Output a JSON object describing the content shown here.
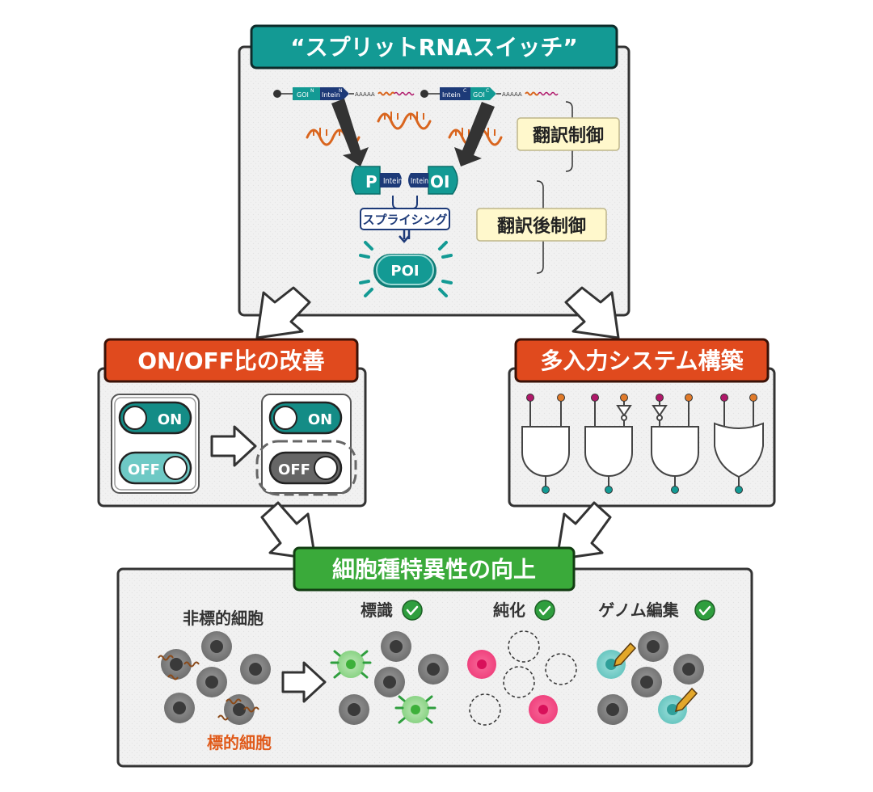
{
  "top_panel": {
    "title": "“スプリットRNAスイッチ”",
    "construct_n": {
      "goi": "GOI",
      "goi_sup": "N",
      "intein": "Intein",
      "intein_sup": "N",
      "polya": "AAAAA"
    },
    "construct_c": {
      "intein": "Intein",
      "intein_sup": "C",
      "goi": "GOI",
      "goi_sup": "C",
      "polya": "AAAAA"
    },
    "split_left": {
      "poi_part": "P",
      "intein_part": "Intein"
    },
    "split_right": {
      "poi_part": "OI",
      "intein_part": "Intein"
    },
    "splicing_label": "スプライシング",
    "product_label": "POI",
    "translation_control": "翻訳制御",
    "post_translation_control": "翻訳後制御"
  },
  "left_panel": {
    "title": "ON/OFF比の改善",
    "on_label": "ON",
    "off_label": "OFF",
    "colors": {
      "on_track": "#148c86",
      "off_track_before": "#6ec9c5",
      "off_track_after": "#666666"
    }
  },
  "right_panel": {
    "title": "多入力システム構築",
    "input_colors": {
      "input_a": "#b0186a",
      "input_b": "#e07a2a"
    }
  },
  "bottom_panel": {
    "title": "細胞種特異性の向上",
    "non_target_cells": "非標的細胞",
    "target_cells": "標的細胞",
    "applications": [
      {
        "label": "標識",
        "status_icon": "check-icon"
      },
      {
        "label": "純化",
        "status_icon": "check-icon"
      },
      {
        "label": "ゲノム編集",
        "status_icon": "check-icon"
      }
    ]
  },
  "colors": {
    "teal": "#139a94",
    "navy": "#1d3a78",
    "title_red": "#e04a1e",
    "title_green": "#3aaa3a",
    "rna_orange": "#d9651e",
    "label_bg": "#fff8cc",
    "check_green": "#2f9e3e",
    "target_text": "#e05a1a",
    "pink": "#ee3a78"
  }
}
